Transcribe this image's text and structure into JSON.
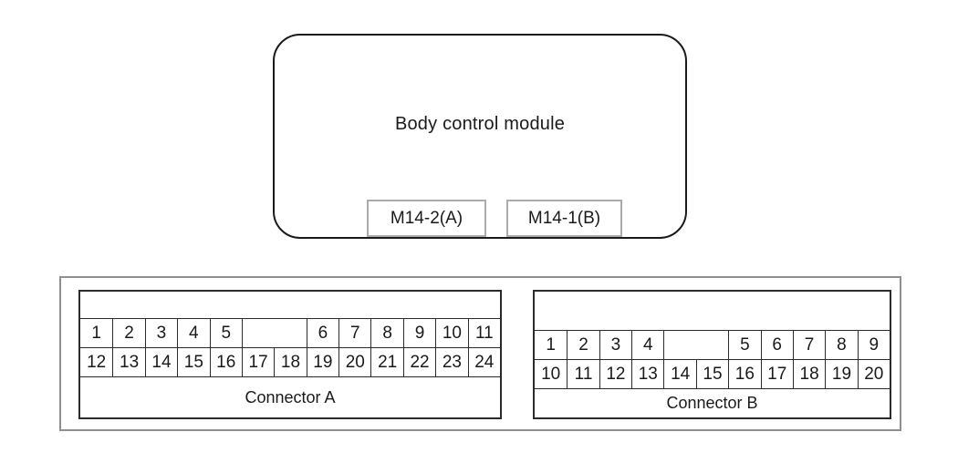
{
  "module": {
    "title": "Body control module",
    "connector_refs": [
      {
        "label": "M14-2(A)"
      },
      {
        "label": "M14-1(B)"
      }
    ]
  },
  "connector_panel": {
    "connectors": [
      {
        "id": "A",
        "label": "Connector A",
        "columns": 13,
        "rows": [
          [
            {
              "text": "1"
            },
            {
              "text": "2"
            },
            {
              "text": "3"
            },
            {
              "text": "4"
            },
            {
              "text": "5"
            },
            {
              "text": "",
              "span": 2,
              "gap": true
            },
            {
              "text": "6"
            },
            {
              "text": "7"
            },
            {
              "text": "8"
            },
            {
              "text": "9"
            },
            {
              "text": "10"
            },
            {
              "text": "11"
            }
          ],
          [
            {
              "text": "12"
            },
            {
              "text": "13"
            },
            {
              "text": "14"
            },
            {
              "text": "15"
            },
            {
              "text": "16"
            },
            {
              "text": "17"
            },
            {
              "text": "18"
            },
            {
              "text": "19"
            },
            {
              "text": "20"
            },
            {
              "text": "21"
            },
            {
              "text": "22"
            },
            {
              "text": "23"
            },
            {
              "text": "24"
            }
          ]
        ]
      },
      {
        "id": "B",
        "label": "Connector B",
        "columns": 11,
        "rows": [
          [
            {
              "text": "1"
            },
            {
              "text": "2"
            },
            {
              "text": "3"
            },
            {
              "text": "4"
            },
            {
              "text": "",
              "span": 2,
              "gap": true
            },
            {
              "text": "5"
            },
            {
              "text": "6"
            },
            {
              "text": "7"
            },
            {
              "text": "8"
            },
            {
              "text": "9"
            }
          ],
          [
            {
              "text": "10"
            },
            {
              "text": "11"
            },
            {
              "text": "12"
            },
            {
              "text": "13"
            },
            {
              "text": "14"
            },
            {
              "text": "15"
            },
            {
              "text": "16"
            },
            {
              "text": "17"
            },
            {
              "text": "18"
            },
            {
              "text": "19"
            },
            {
              "text": "20"
            }
          ]
        ]
      }
    ]
  },
  "colors": {
    "line": "#1a1a1a",
    "cell_line": "#2b2b2b",
    "panel_border": "#8f8f8f",
    "ref_box_border": "#ababab",
    "background": "#ffffff"
  }
}
